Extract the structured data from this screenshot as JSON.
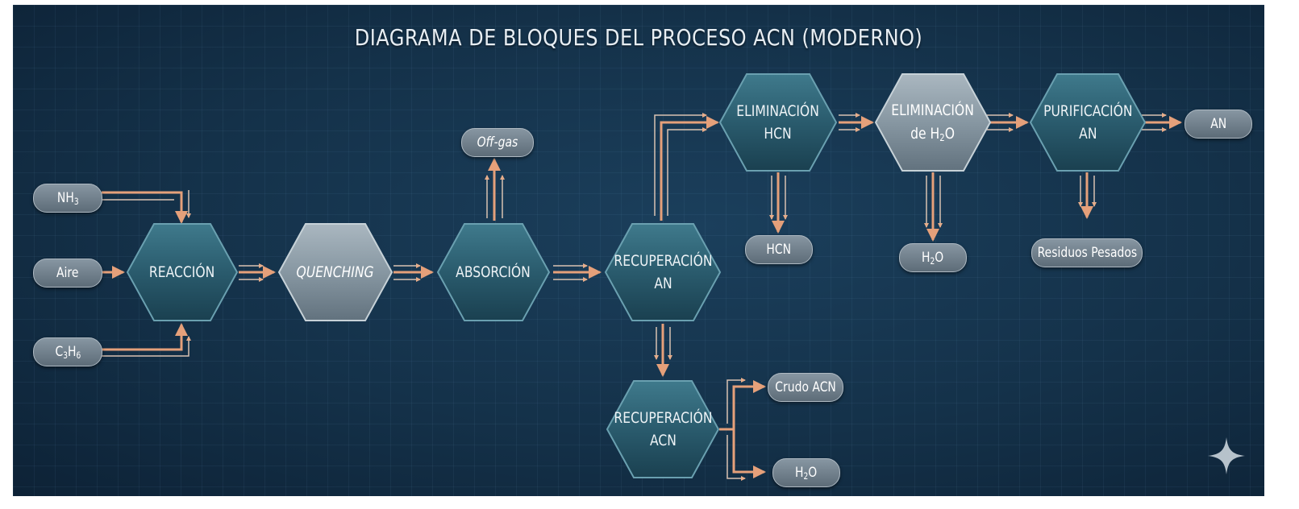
{
  "title": "DIAGRAMA DE BLOQUES DEL PROCESO ACN (MODERNO)",
  "colors": {
    "background": "#143149",
    "arrow": "#e5a07a",
    "block_dark": "#2c5e70",
    "block_light": "#8c9ca6",
    "pill": "#6f7e8a"
  },
  "inputs": {
    "nh3": {
      "main": "NH",
      "sub": "3"
    },
    "aire": "Aire",
    "c3h6": {
      "c": "C",
      "c_sub": "3",
      "h": "H",
      "h_sub": "6"
    }
  },
  "blocks": {
    "reaccion": "REACCIÓN",
    "quenching": "QUENCHING",
    "absorcion": "ABSORCIÓN",
    "recuperacion_an": {
      "line1": "RECUPERACIÓN",
      "line2": "AN"
    },
    "eliminacion_hcn": {
      "line1": "ELIMINACIÓN",
      "line2": "HCN"
    },
    "eliminacion_h2o": {
      "line1": "ELIMINACIÓN",
      "line2_prefix": "de H",
      "line2_sub": "2",
      "line2_suffix": "O"
    },
    "purificacion_an": {
      "line1": "PURIFICACIÓN",
      "line2": "AN"
    },
    "recuperacion_acn": {
      "line1": "RECUPERACIÓN",
      "line2": "ACN"
    }
  },
  "outputs": {
    "offgas": "Off-gas",
    "hcn": "HCN",
    "h2o_1": {
      "main": "H",
      "sub": "2",
      "suffix": "O"
    },
    "residuos": "Residuos Pesados",
    "an": "AN",
    "crudo_acn": "Crudo ACN",
    "h2o_2": {
      "main": "H",
      "sub": "2",
      "suffix": "O"
    }
  },
  "icons": {
    "corner": "sparkle-icon"
  }
}
